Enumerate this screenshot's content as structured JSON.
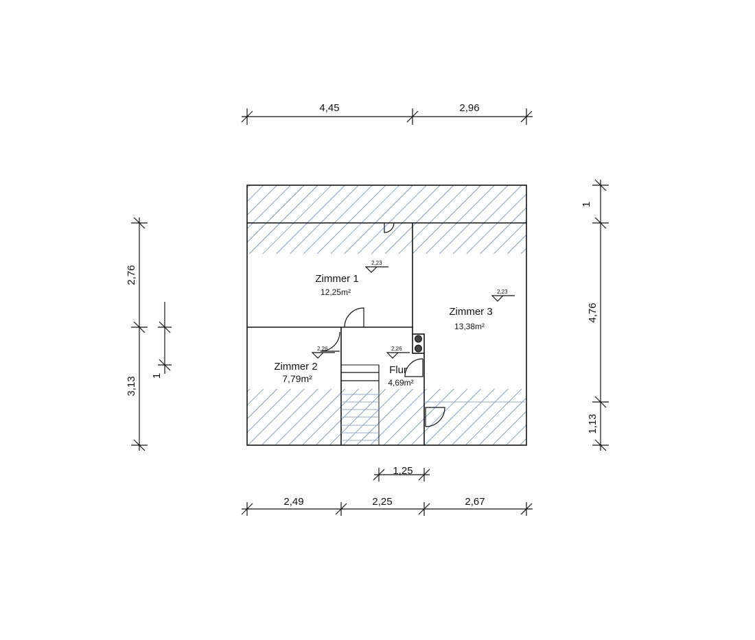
{
  "dimensions": {
    "top": [
      "4,45",
      "2,96"
    ],
    "bottom": [
      "2,49",
      "2,25",
      "2,67"
    ],
    "stair_width": "1,25",
    "left": [
      "2,76",
      "3,13"
    ],
    "left_small": "1",
    "right": [
      "1",
      "4,76",
      "1,13"
    ]
  },
  "rooms": [
    {
      "name": "Zimmer 1",
      "area": "12,25m²",
      "level": "2,23"
    },
    {
      "name": "Zimmer 2",
      "area": "7,79m²",
      "level": "2,26"
    },
    {
      "name": "Zimmer 3",
      "area": "13,38m²",
      "level": "2,23"
    },
    {
      "name": "Flur",
      "area": "4,69m²",
      "level": "2,26"
    }
  ],
  "colors": {
    "hatch": "#4d6c9e",
    "line": "#111111"
  }
}
